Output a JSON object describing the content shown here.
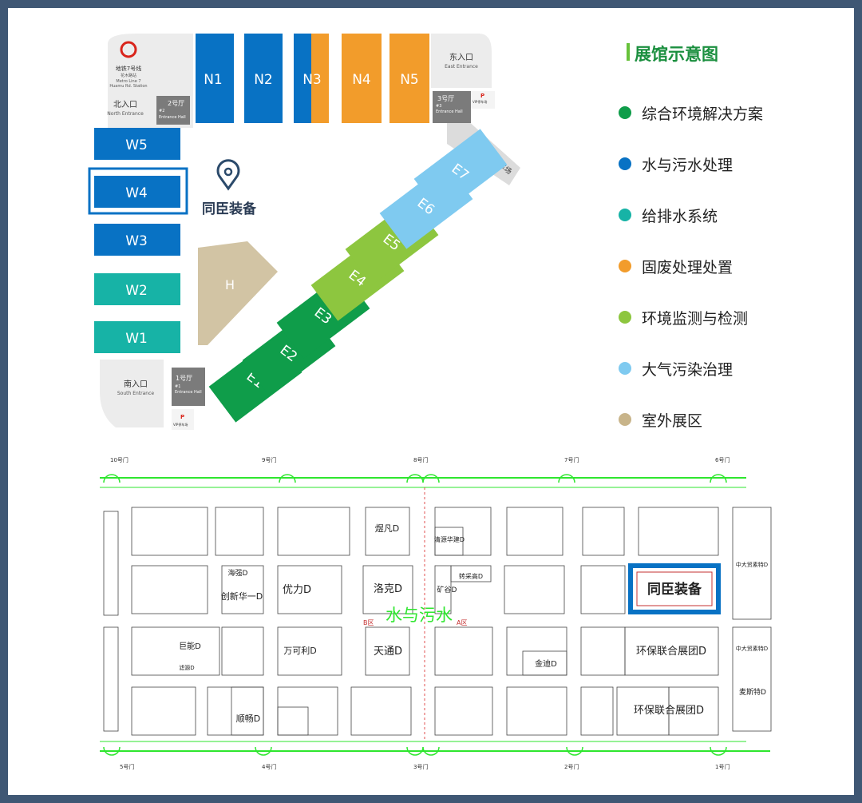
{
  "legend": {
    "title": "展馆示意图",
    "items": [
      {
        "label": "综合环境解决方案",
        "color": "#0f9d4a"
      },
      {
        "label": "水与污水处理",
        "color": "#0872c4"
      },
      {
        "label": "给排水系统",
        "color": "#17b3a6"
      },
      {
        "label": "固废处理处置",
        "color": "#f29c2b"
      },
      {
        "label": "环境监测与检测",
        "color": "#8dc63f"
      },
      {
        "label": "大气污染治理",
        "color": "#7fcaf0"
      },
      {
        "label": "室外展区",
        "color": "#c8b48a"
      }
    ]
  },
  "overview": {
    "halls_north": [
      "N1",
      "N2",
      "N3",
      "N4",
      "N5"
    ],
    "halls_west": [
      "W5",
      "W4",
      "W3",
      "W2",
      "W1"
    ],
    "halls_east": [
      "E1",
      "E2",
      "E3",
      "E4",
      "E5",
      "E6",
      "E7"
    ],
    "hall_h": "H",
    "metro": {
      "line1": "地铁7号线",
      "line2": "花木路站",
      "line3": "Metro Line 7",
      "line4": "Huamu Rd. Station"
    },
    "north_entrance": {
      "cn": "北入口",
      "en": "North Entrance"
    },
    "east_entrance": {
      "cn": "东入口",
      "en": "East Entrance"
    },
    "south_entrance": {
      "cn": "南入口",
      "en": "South Entrance"
    },
    "hall2": {
      "cn": "2号厅",
      "sub": "#2",
      "en": "Entrance Hall"
    },
    "hall3": {
      "cn": "3号厅",
      "sub": "#3",
      "en": "Entrance Hall"
    },
    "hall1": {
      "cn": "1号厅",
      "sub": "#1",
      "en": "Entrance Hall"
    },
    "vip_p": "P",
    "vip_label": "VIP停车场",
    "p1_parking": "P1停车场",
    "marker_label": "同臣装备"
  },
  "floorplan": {
    "gates_top": [
      "10号门",
      "9号门",
      "8号门",
      "7号门",
      "6号门"
    ],
    "gates_bottom": [
      "5号门",
      "4号门",
      "3号门",
      "2号门",
      "1号门"
    ],
    "zone_label": "水与污水",
    "zone_b": "B区",
    "zone_a": "A区",
    "highlight": "同臣装备",
    "exhibitors": [
      "煜凡D",
      "清源华建D",
      "海强D",
      "创新华一D",
      "优力D",
      "洛克D",
      "矿谷D",
      "转采高D",
      "中大贸素特D",
      "巨能D",
      "滤源D",
      "万可利D",
      "天通D",
      "金迪D",
      "环保联合展团D",
      "中大贸素特D",
      "麦斯特D",
      "顺畅D",
      "环保联合展团D"
    ]
  }
}
